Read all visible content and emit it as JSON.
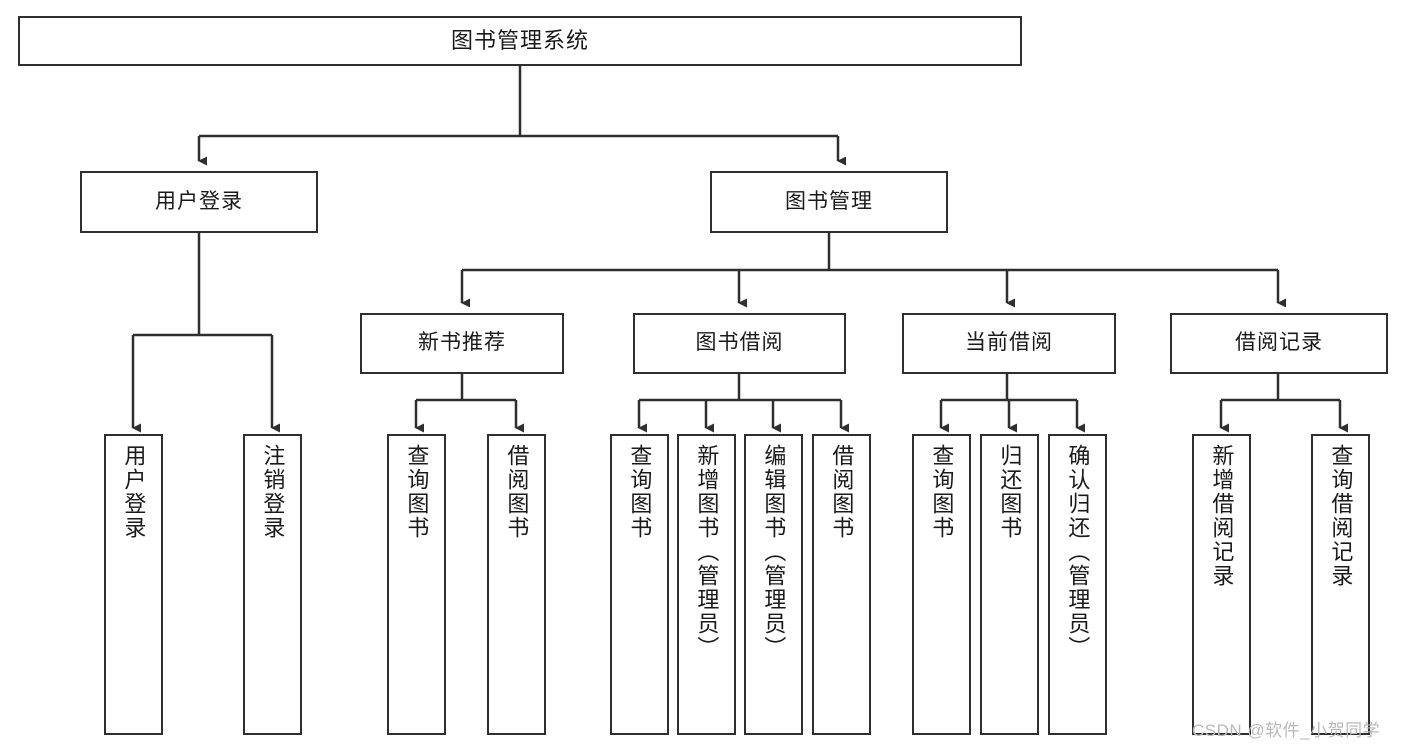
{
  "diagram": {
    "type": "tree",
    "title": "图书管理系统",
    "watermark": "CSDN @软件_小贺同学",
    "colors": {
      "border": "#2f2f2f",
      "background": "#ffffff",
      "text": "#1a1a1a",
      "connector": "#2f2f2f",
      "watermark": "#b9b9b9"
    },
    "nodes": {
      "root": {
        "label": "图书管理系统"
      },
      "level2": [
        {
          "label": "用户登录"
        },
        {
          "label": "图书管理"
        }
      ],
      "level3": [
        {
          "label": "新书推荐"
        },
        {
          "label": "图书借阅"
        },
        {
          "label": "当前借阅"
        },
        {
          "label": "借阅记录"
        }
      ],
      "leaves_user_login": [
        {
          "label": "用户登录"
        },
        {
          "label": "注销登录"
        }
      ],
      "leaves_new_books": [
        {
          "label": "查询图书"
        },
        {
          "label": "借阅图书"
        }
      ],
      "leaves_borrow": [
        {
          "label": "查询图书"
        },
        {
          "label": "新增图书（管理员）"
        },
        {
          "label": "编辑图书（管理员）"
        },
        {
          "label": "借阅图书"
        }
      ],
      "leaves_current": [
        {
          "label": "查询图书"
        },
        {
          "label": "归还图书"
        },
        {
          "label": "确认归还（管理员）"
        }
      ],
      "leaves_records": [
        {
          "label": "新增借阅记录"
        },
        {
          "label": "查询借阅记录"
        }
      ]
    }
  }
}
